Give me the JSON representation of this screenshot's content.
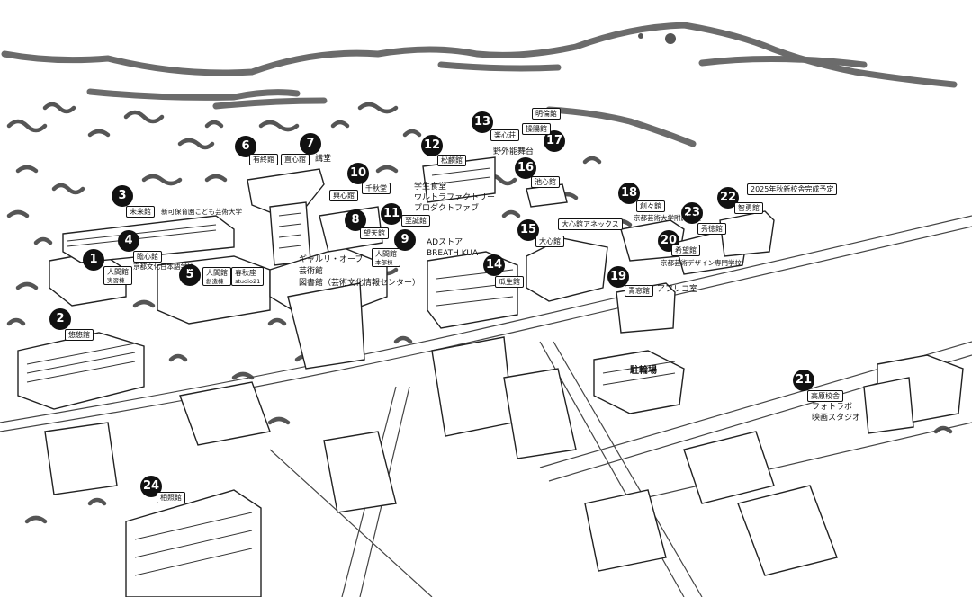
{
  "markers": [
    "1",
    "2",
    "3",
    "4",
    "5",
    "6",
    "7",
    "8",
    "9",
    "10",
    "11",
    "12",
    "13",
    "14",
    "15",
    "16",
    "17",
    "18",
    "19",
    "20",
    "21",
    "22",
    "23",
    "24"
  ],
  "labels": {
    "l1a": "人間館",
    "l1b": "実習棟",
    "l2": "悠悠館",
    "l3": "未来館",
    "l3note": "新可保育園こども芸術大学",
    "l4": "瞻心館",
    "l4note": "京都文化日本語学校",
    "l5a": "人間館",
    "l5b": "創造棟",
    "l5c": "春秋座",
    "l5d": "studio21",
    "l6": "有終館",
    "l7a": "直心館",
    "l7b": "講堂",
    "l8": "興心館",
    "l9a": "望天館",
    "l9b": "人間館",
    "l9c": "本部棟",
    "l9d": "ギャルリ・オーブ",
    "l9e": "芸術館",
    "l9f": "図書館（芸術文化情報センター）",
    "l10": "千秋堂",
    "l11": "至誠館",
    "l11b": "ADストア",
    "l11c": "BREATH KUA",
    "l12": "松麟館",
    "l12b": "学生食堂",
    "l12c": "ウルトラファクトリー",
    "l12d": "プロダクトファブ",
    "l13": "楽心荘",
    "l13b": "野外能舞台",
    "l14": "瓜生館",
    "l15a": "大心館アネックス",
    "l15b": "大心館",
    "l16": "池心館",
    "l17a": "明倫館",
    "l17b": "操陽館",
    "l18": "創々館",
    "l18note": "京都芸術大学附属高校",
    "l19": "青窓館",
    "l19b": "アフリコ室",
    "l20": "希望館",
    "l20note": "京都芸術デザイン専門学校",
    "l21a": "高原校舎",
    "l21b": "フォトラボ",
    "l21c": "映画スタジオ",
    "l22a": "2025年秋新校舎完成予定",
    "l22b": "智勇館",
    "l23": "秀徳館",
    "l24": "相照館",
    "parking": "駐輪場"
  },
  "colors": {
    "ink": "#1a1a1a",
    "mountain": "#777777",
    "line": "#444444"
  }
}
